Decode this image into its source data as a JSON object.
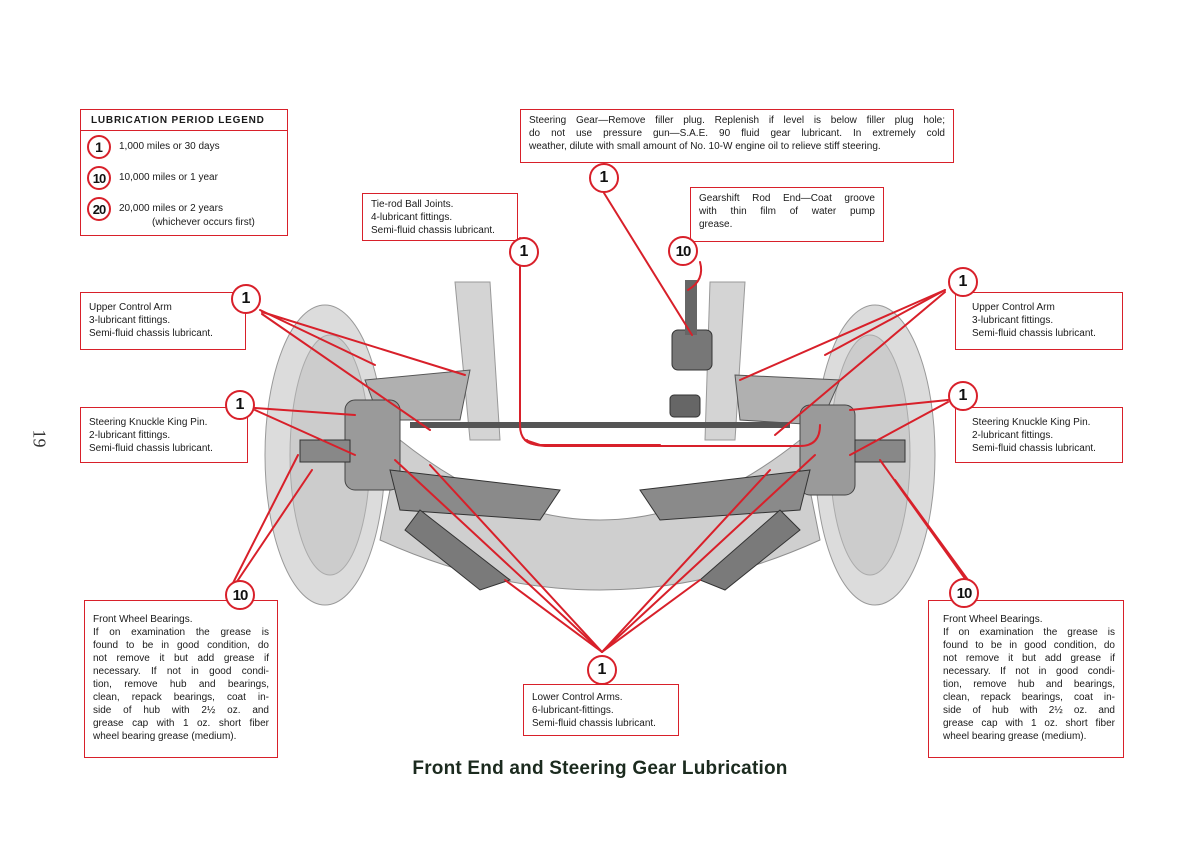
{
  "legend": {
    "title": "LUBRICATION PERIOD LEGEND",
    "items": [
      {
        "code": "1",
        "text": "1,000 miles or 30 days"
      },
      {
        "code": "10",
        "text": "10,000 miles or 1 year"
      },
      {
        "code": "20",
        "text": "20,000 miles or 2 years"
      }
    ],
    "note": "(whichever occurs first)"
  },
  "callouts": {
    "steering_gear": {
      "code": "1",
      "lines": [
        "Steering Gear—Remove filler plug. Replenish if level is below filler plug hole;",
        "do not use pressure gun—S.A.E. 90 fluid gear lubricant. In extremely cold",
        "weather, dilute with small amount of No. 10-W engine oil to relieve stiff steering."
      ]
    },
    "tie_rod": {
      "code": "1",
      "lines": [
        "Tie-rod Ball Joints.",
        "4-lubricant fittings.",
        "Semi-fluid chassis lubricant."
      ]
    },
    "gearshift": {
      "code": "10",
      "lines": [
        "Gearshift Rod End—Coat groove",
        "with thin film of water pump",
        "grease."
      ]
    },
    "upper_left": {
      "code": "1",
      "lines": [
        "Upper Control Arm",
        "3-lubricant fittings.",
        "Semi-fluid chassis lubricant."
      ]
    },
    "upper_right": {
      "code": "1",
      "lines": [
        "Upper Control Arm",
        "3-lubricant fittings.",
        "Semi-fluid chassis lubricant."
      ]
    },
    "king_left": {
      "code": "1",
      "lines": [
        "Steering Knuckle King Pin.",
        "2-lubricant fittings.",
        "Semi-fluid chassis lubricant."
      ]
    },
    "king_right": {
      "code": "1",
      "lines": [
        "Steering Knuckle King Pin.",
        "2-lubricant fittings.",
        "Semi-fluid chassis lubricant."
      ]
    },
    "wheel_left": {
      "code": "10",
      "lines": [
        "Front Wheel Bearings.",
        "If on examination the grease is",
        "found to be in good condition, do",
        "not remove it but add grease if",
        "necessary. If not in good condi-",
        "tion, remove hub and bearings,",
        "clean, repack bearings, coat in-",
        "side of hub with 2½ oz. and",
        "grease cap with 1 oz. short fiber",
        "wheel bearing grease (medium)."
      ]
    },
    "wheel_right": {
      "code": "10",
      "lines": [
        "Front Wheel Bearings.",
        "If on examination the grease is",
        "found to be in good condition, do",
        "not remove it but add grease if",
        "necessary. If not in good condi-",
        "tion, remove hub and bearings,",
        "clean, repack bearings, coat in-",
        "side of hub with 2½ oz. and",
        "grease cap with 1 oz. short fiber",
        "wheel bearing grease (medium)."
      ]
    },
    "lower_arms": {
      "code": "1",
      "lines": [
        "Lower Control Arms.",
        "6-lubricant-fittings.",
        "Semi-fluid chassis lubricant."
      ]
    }
  },
  "caption": "Front End and Steering Gear Lubrication",
  "page_number": "19",
  "colors": {
    "accent": "#d8202a",
    "ink": "#1a1a1a"
  }
}
